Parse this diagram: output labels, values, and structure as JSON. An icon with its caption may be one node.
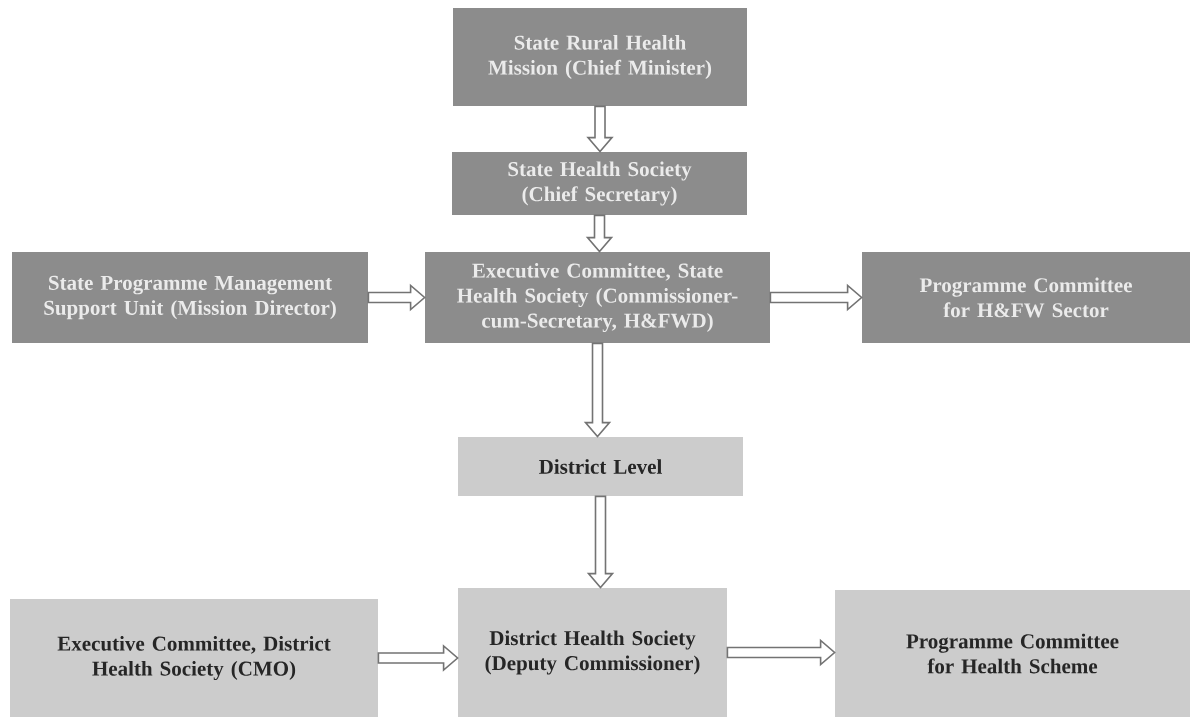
{
  "diagram": {
    "nodes": [
      {
        "text": [
          "State Rural Health Mission (Chief Minister)"
        ]
      },
      {
        "text": [
          "State Health Society (Chief Secretary)"
        ]
      },
      {
        "text": [
          "State Programme Management Support Unit (Mission Director)"
        ]
      },
      {
        "text": [
          "Executive Committee, State Health Society (Commissioner-cum-Secretary, H&FWD)"
        ]
      },
      {
        "text": [
          "Programme Committee for H&FW Sector"
        ]
      },
      {
        "text": [
          "District Level"
        ]
      },
      {
        "text": [
          "Executive Committee, District Health Society (CMO)"
        ]
      },
      {
        "text": [
          "District Health Society (Deputy Commissioner)"
        ]
      },
      {
        "text": [
          "Programme Committee for Health Scheme"
        ]
      }
    ],
    "edges": [
      {
        "from": 0,
        "to": 1,
        "arrow": "to"
      },
      {
        "from": 1,
        "to": 3,
        "arrow": "to"
      },
      {
        "from": 2,
        "to": 3,
        "arrow": "to"
      },
      {
        "from": 3,
        "to": 4,
        "arrow": "to"
      },
      {
        "from": 3,
        "to": 5,
        "arrow": "to"
      },
      {
        "from": 5,
        "to": 7,
        "arrow": "to"
      },
      {
        "from": 6,
        "to": 7,
        "arrow": "to"
      },
      {
        "from": 7,
        "to": 8,
        "arrow": "to"
      }
    ]
  }
}
